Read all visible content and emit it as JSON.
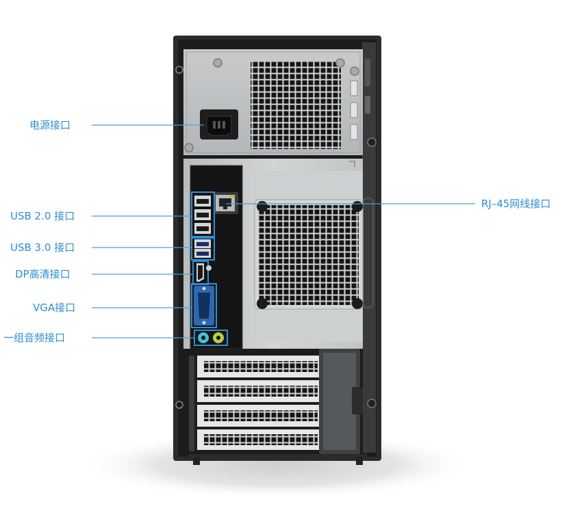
{
  "callouts": {
    "power": "电源接口",
    "usb2": "USB 2.0 接口",
    "usb3": "USB 3.0 接口",
    "dp": "DP高清接口",
    "vga": "VGA接口",
    "audio": "一组音频接口",
    "rj45": "RJ–45网线接口"
  },
  "colors": {
    "label": "#2f8ed0",
    "callout_line": "#4a9fd6",
    "port_highlight": "#2d8fd6",
    "chassis_frame": "#2b2b2b",
    "panel_silver": "#c4c6c8",
    "io_plate": "#141414",
    "vga_connector": "#2f68b0",
    "audio_jack": "#3ec1d6",
    "floor_shadow": "#e2e2e2"
  },
  "icons": {
    "power_socket": "iec-c14-power-inlet-icon",
    "network_port": "rj45-port-icon",
    "usb_port": "usb-port-icon",
    "display_port": "displayport-icon",
    "vga_port": "vga-connector-icon",
    "audio_port": "audio-jack-icon"
  }
}
